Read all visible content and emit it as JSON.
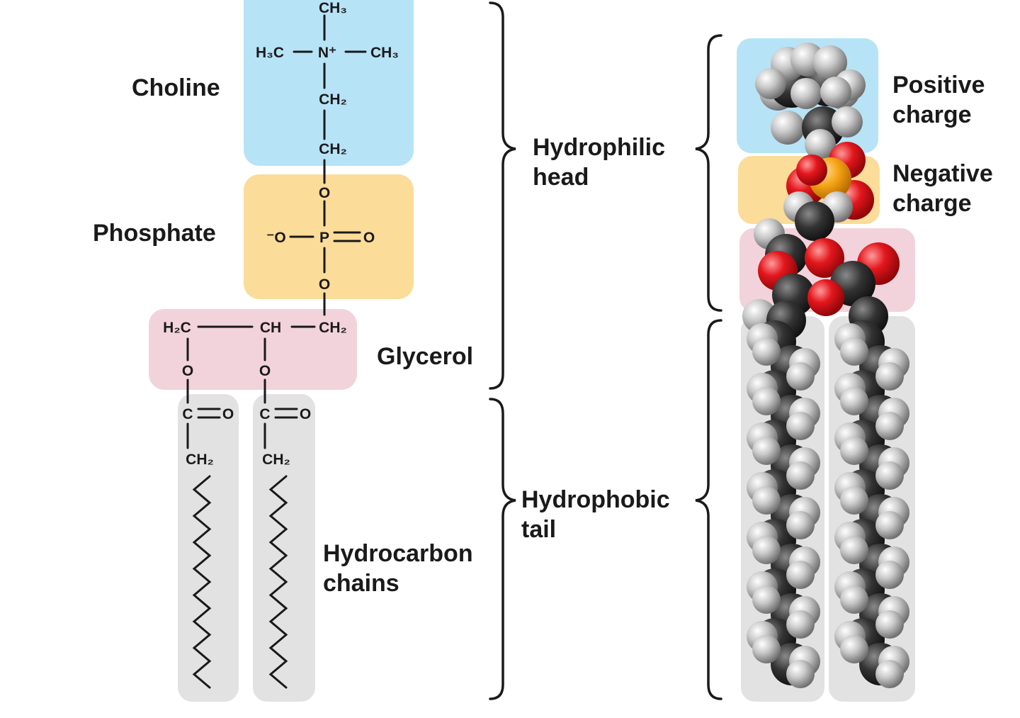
{
  "colors": {
    "choline": "#b7e3f7",
    "phosphate": "#fbdc98",
    "glycerol": "#f2d3db",
    "chain": "#e2e2e2",
    "carbon": "#2b2b2b",
    "hydrogen": "#bdbdbd",
    "oxygen": "#e3171d",
    "phosphorus": "#f5a316"
  },
  "formula": {
    "methyl_top": "CH₃",
    "methyl_left": "H₃C",
    "methyl_right": "CH₃",
    "nitrogen": "N⁺",
    "ch2_choline_1": "CH₂",
    "ch2_choline_2": "CH₂",
    "o_top": "O",
    "o_minus": "⁻O",
    "phosphorus": "P",
    "o_double": "O",
    "o_bottom": "O",
    "h2c_glycerol": "H₂C",
    "ch_glycerol": "CH",
    "ch2_glycerol": "CH₂",
    "o_ester_1": "O",
    "o_ester_2": "O",
    "c_carbonyl_1": "C",
    "c_carbonyl_2": "C",
    "o_carbonyl_1": "O",
    "o_carbonyl_2": "O",
    "ch2_chain_1": "CH₂",
    "ch2_chain_2": "CH₂"
  },
  "labels": {
    "choline": "Choline",
    "phosphate": "Phosphate",
    "glycerol": "Glycerol",
    "hydrocarbon_line1": "Hydrocarbon",
    "hydrocarbon_line2": "chains",
    "hydrophilic_line1": "Hydrophilic",
    "hydrophilic_line2": "head",
    "hydrophobic_line1": "Hydrophobic",
    "hydrophobic_line2": "tail",
    "positive_line1": "Positive",
    "positive_line2": "charge",
    "negative_line1": "Negative",
    "negative_line2": "charge"
  }
}
